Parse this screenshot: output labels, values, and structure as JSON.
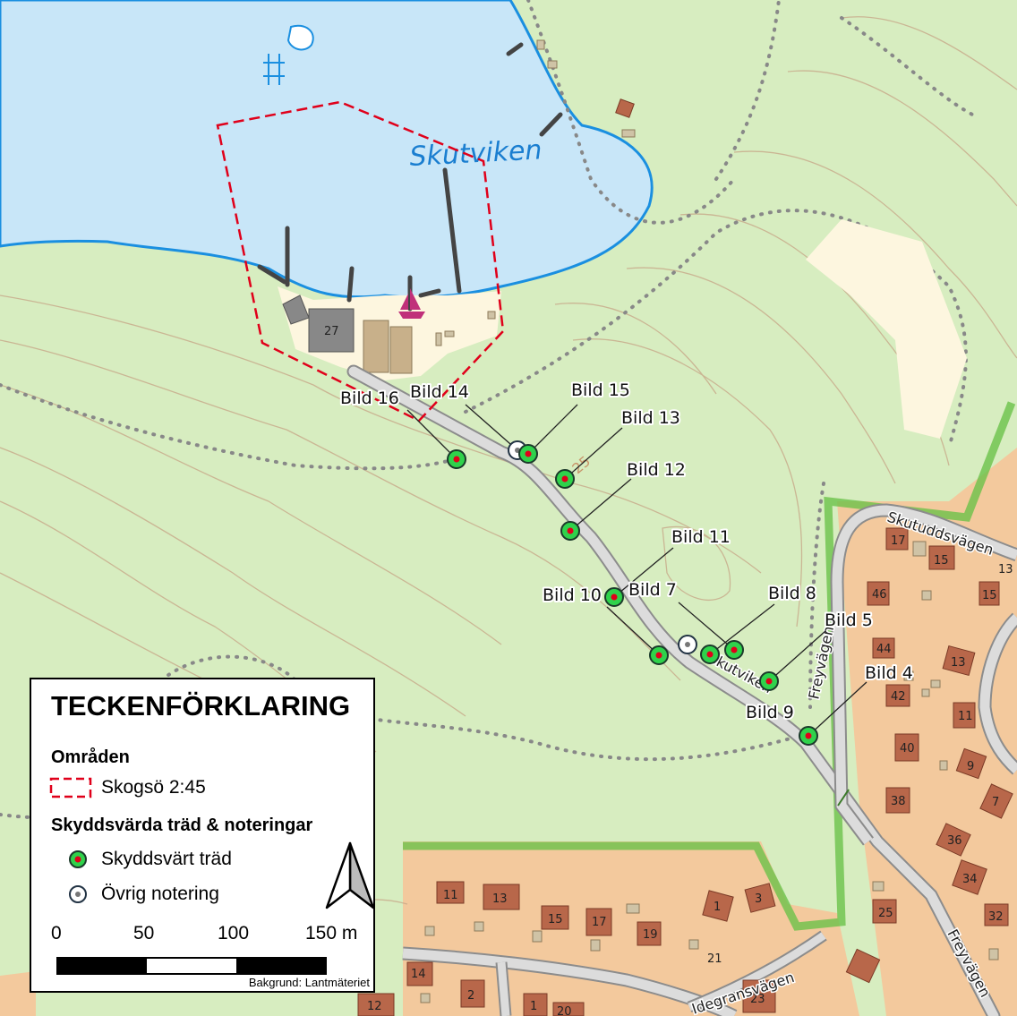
{
  "map": {
    "water_name": "Skutviken",
    "contour_label": "25",
    "building_27": "27",
    "photo_labels": {
      "b16": "Bild 16",
      "b14": "Bild 14",
      "b15": "Bild 15",
      "b13": "Bild 13",
      "b12": "Bild 12",
      "b11": "Bild 11",
      "b10": "Bild 10",
      "b7": "Bild 7",
      "b8": "Bild 8",
      "b5": "Bild 5",
      "b9": "Bild 9",
      "b4": "Bild 4"
    },
    "roads": {
      "skutviken": "Skutviken",
      "skutuddsvagen": "Skutuddsvägen",
      "freyvagen_n": "Freyvägen",
      "freyvagen_s": "Freyvägen",
      "idegransvagen": "Idegransvägen"
    },
    "house_numbers": [
      "17",
      "15",
      "13",
      "46",
      "15",
      "44",
      "13",
      "42",
      "11",
      "40",
      "9",
      "38",
      "7",
      "36",
      "34",
      "32",
      "25",
      "21",
      "23",
      "20",
      "11",
      "13",
      "15",
      "17",
      "19",
      "3",
      "1",
      "14",
      "2",
      "1",
      "12"
    ],
    "colors": {
      "water": "#c8e6f8",
      "shore": "#1a8fe0",
      "forest": "#d7edc0",
      "residential": "#f3c99d",
      "area_boundary": "#e0001a",
      "tree_fill": "#2fd24b",
      "tree_center": "#e0001a",
      "note_center": "#777777"
    }
  },
  "legend": {
    "title": "TECKENFÖRKLARING",
    "section_areas": "Områden",
    "area_item": "Skogsö 2:45",
    "section_trees": "Skyddsvärda träd & noteringar",
    "tree_item": "Skyddsvärt träd",
    "note_item": "Övrig notering",
    "scale_labels": [
      "0",
      "50",
      "100",
      "150 m"
    ],
    "credit": "Bakgrund: Lantmäteriet",
    "north_arrow_icon": "north-arrow-icon"
  }
}
